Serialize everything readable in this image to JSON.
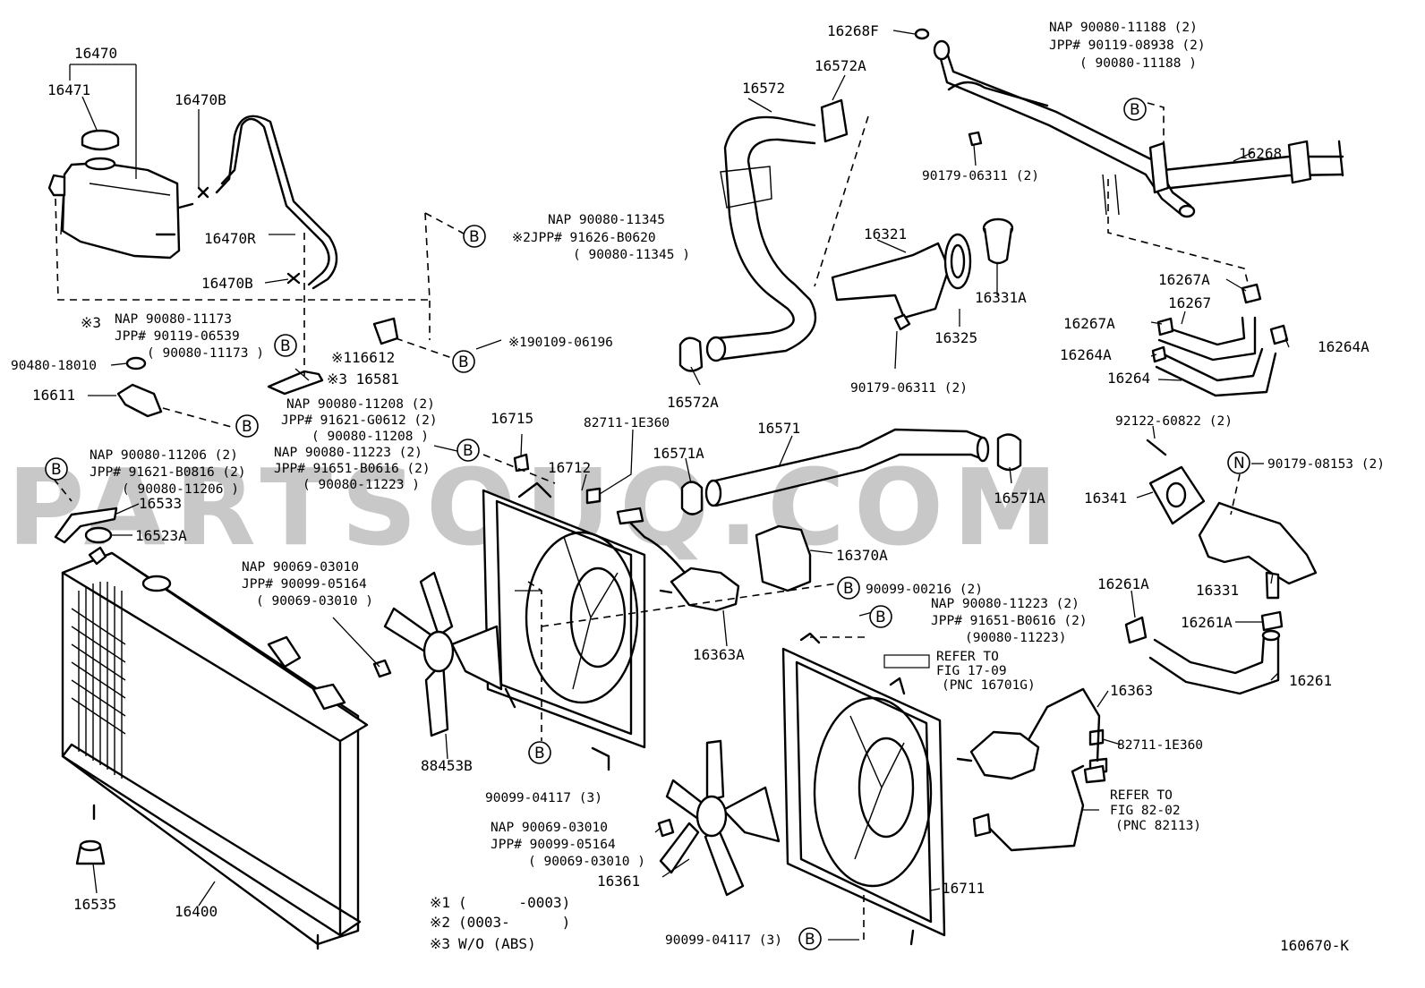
{
  "watermark": "PARTSOUQ.COM",
  "diagram_code": "160670-K",
  "footnotes": [
    {
      "mark": "※1",
      "text": "(      -0003)"
    },
    {
      "mark": "※2",
      "text": "(0003-      )"
    },
    {
      "mark": "※3",
      "text": "W/O (ABS)"
    }
  ],
  "labels": {
    "l16470": "16470",
    "l16471": "16471",
    "l16470B_top": "16470B",
    "l16470R": "16470R",
    "l16470B_bot": "16470B",
    "l16572": "16572",
    "l16572A_top": "16572A",
    "l16572A_bot": "16572A",
    "l16268F": "16268F",
    "l16268": "16268",
    "l90179_top": "90179-06311 (2)",
    "l16321": "16321",
    "l16331A": "16331A",
    "l16325": "16325",
    "l90179_mid": "90179-06311 (2)",
    "l16267A_a": "16267A",
    "l16267": "16267",
    "l16267A_b": "16267A",
    "l16264A_a": "16264A",
    "l16264A_b": "16264A",
    "l16264": "16264",
    "l116612": "※116612",
    "l16581": "※3 16581",
    "l90480": "90480-18010",
    "l16611": "16611",
    "l90109": "※190109-06196",
    "l16715": "16715",
    "l82711_top": "82711-1E360",
    "l16712": "16712",
    "l16571A_a": "16571A",
    "l16571": "16571",
    "l16571A_b": "16571A",
    "l92122": "92122-60822 (2)",
    "l16341": "16341",
    "l90179_08153": "90179-08153 (2)",
    "l16533": "16533",
    "l16523A": "16523A",
    "l16370A": "16370A",
    "l90099_00216": "90099-00216 (2)",
    "l16331": "16331",
    "l16261A_a": "16261A",
    "l16261A_b": "16261A",
    "l16363A": "16363A",
    "l16261": "16261",
    "l16363": "16363",
    "l82711_bot": "82711-1E360",
    "l88453B": "88453B",
    "l90099_04117_a": "90099-04117 (3)",
    "l16361": "16361",
    "l16711": "16711",
    "l90099_04117_b": "90099-04117 (3)",
    "l16535": "16535",
    "l16400": "16400"
  },
  "blocks": {
    "b1": [
      "NAP  90080-11345",
      "※2JPP# 91626-B0620",
      "( 90080-11345 )"
    ],
    "b2": [
      "NAP  90080-11173",
      "JPP# 90119-06539",
      "( 90080-11173 )"
    ],
    "b2mark": "※3",
    "b3": [
      "NAP  90080-11188 (2)",
      "JPP# 90119-08938 (2)",
      "( 90080-11188 )"
    ],
    "b4": [
      "NAP  90080-11208 (2)",
      "JPP# 91621-G0612 (2)",
      "( 90080-11208 )"
    ],
    "b5": [
      "NAP  90080-11206 (2)",
      "JPP# 91621-B0816 (2)",
      "( 90080-11206 )"
    ],
    "b6": [
      "NAP  90080-11223 (2)",
      "JPP# 91651-B0616 (2)",
      "( 90080-11223 )"
    ],
    "b7": [
      "NAP  90069-03010",
      "JPP# 90099-05164",
      "( 90069-03010 )"
    ],
    "b8": [
      "NAP  90080-11223 (2)",
      "JPP# 91651-B0616 (2)",
      "(90080-11223)"
    ],
    "b9": [
      "REFER TO",
      "FIG 17-09",
      "(PNC 16701G)"
    ],
    "b10": [
      "NAP  90069-03010",
      "JPP# 90099-05164",
      "( 90069-03010 )"
    ],
    "b11": [
      "REFER TO",
      "FIG 82-02",
      "(PNC 82113)"
    ]
  },
  "markers": {
    "B": "B",
    "N": "N"
  },
  "icons": [
    "radiator",
    "reservoir-tank",
    "cooling-fan",
    "fan-shroud",
    "fan-motor",
    "hose",
    "clamp",
    "thermostat",
    "water-inlet",
    "water-pipe",
    "bolt",
    "drain-cock"
  ]
}
